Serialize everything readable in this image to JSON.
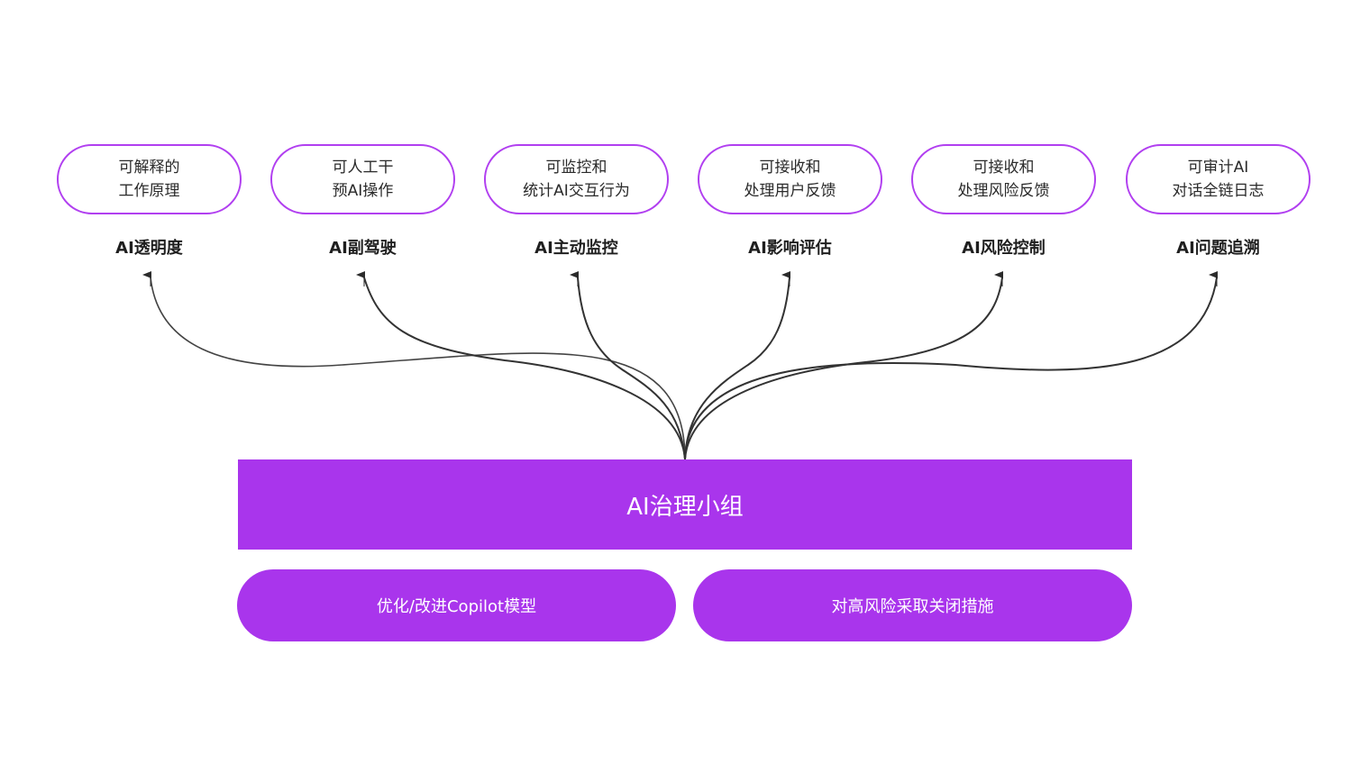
{
  "capabilities": [
    {
      "line1": "可解释的",
      "line2": "工作原理",
      "label": "AI透明度"
    },
    {
      "line1": "可人工干",
      "line2": "预AI操作",
      "label": "AI副驾驶"
    },
    {
      "line1": "可监控和",
      "line2": "统计AI交互行为",
      "label": "AI主动监控"
    },
    {
      "line1": "可接收和",
      "line2": "处理用户反馈",
      "label": "AI影响评估"
    },
    {
      "line1": "可接收和",
      "line2": "处理风险反馈",
      "label": "AI风险控制"
    },
    {
      "line1": "可审计AI",
      "line2": "对话全链日志",
      "label": "AI问题追溯"
    }
  ],
  "governance": {
    "title": "AI治理小组",
    "actions": [
      "优化/改进Copilot模型",
      "对高风险采取关闭措施"
    ]
  },
  "colors": {
    "accent": "#a935ec",
    "border": "#b13ff0",
    "connector": "#2b2b2b"
  }
}
